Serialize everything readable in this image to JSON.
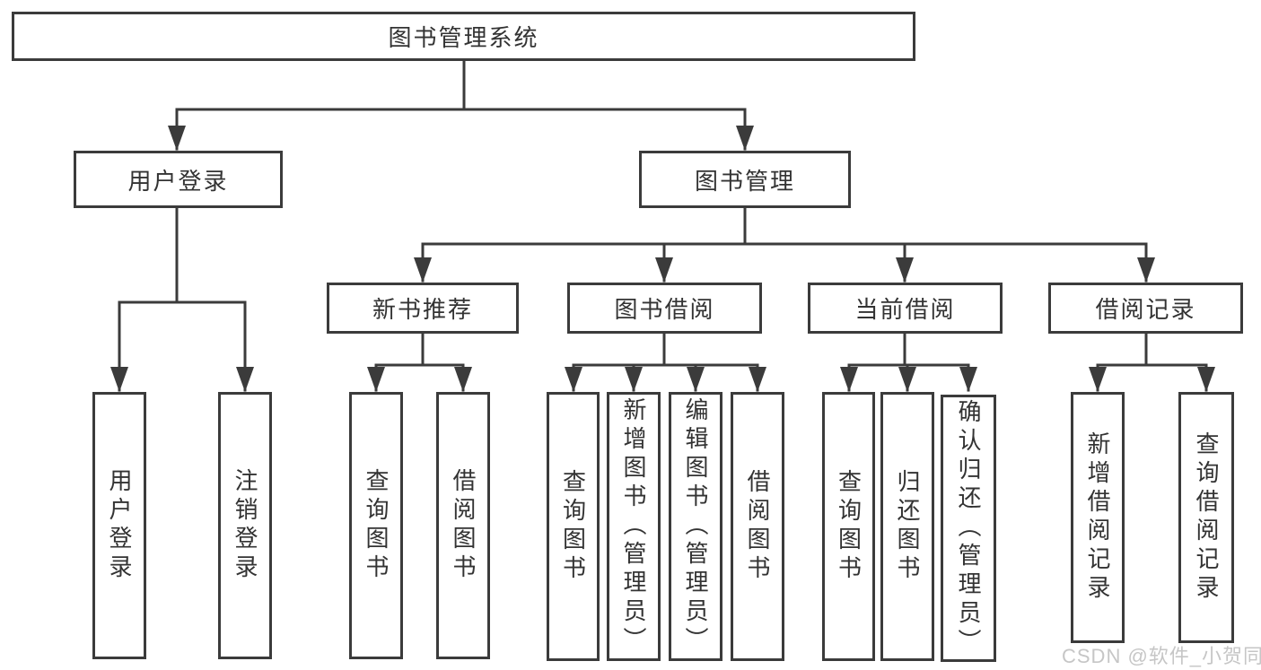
{
  "colors": {
    "line": "#3b3b3b",
    "text": "#333333",
    "background": "#ffffff",
    "watermark_text": "#c6c6c6"
  },
  "watermark": {
    "text": "CSDN @软件_小贺同学"
  },
  "tree": {
    "label": "图书管理系统",
    "children": [
      {
        "label": "用户登录",
        "children": [
          {
            "label": "用户登录"
          },
          {
            "label": "注销登录"
          }
        ]
      },
      {
        "label": "图书管理",
        "children": [
          {
            "label": "新书推荐",
            "children": [
              {
                "label": "查询图书"
              },
              {
                "label": "借阅图书"
              }
            ]
          },
          {
            "label": "图书借阅",
            "children": [
              {
                "label": "查询图书"
              },
              {
                "label": "新增图书（管理员）"
              },
              {
                "label": "编辑图书（管理员）"
              },
              {
                "label": "借阅图书"
              }
            ]
          },
          {
            "label": "当前借阅",
            "children": [
              {
                "label": "查询图书"
              },
              {
                "label": "归还图书"
              },
              {
                "label": "确认归还（管理员）"
              }
            ]
          },
          {
            "label": "借阅记录",
            "children": [
              {
                "label": "新增借阅记录"
              },
              {
                "label": "查询借阅记录"
              }
            ]
          }
        ]
      }
    ]
  }
}
